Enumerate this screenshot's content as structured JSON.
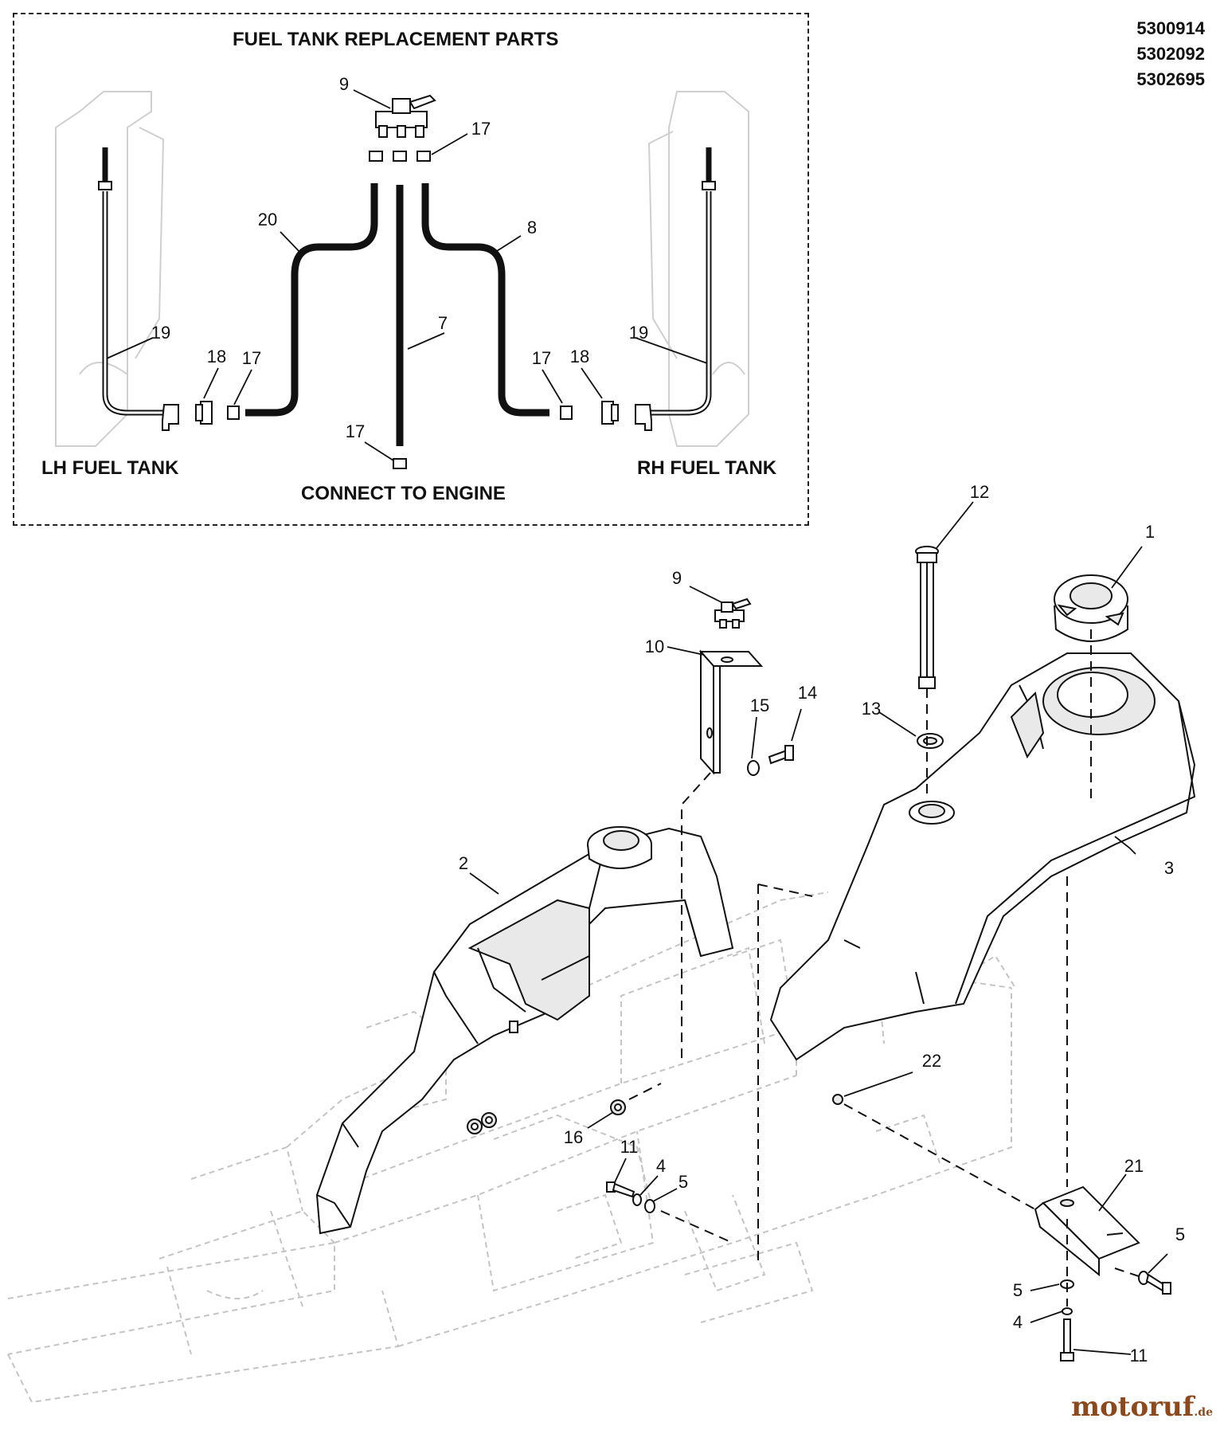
{
  "inset": {
    "title": "FUEL TANK REPLACEMENT PARTS",
    "lh_label": "LH FUEL TANK",
    "rh_label": "RH FUEL TANK",
    "engine_label": "CONNECT TO ENGINE"
  },
  "part_numbers": [
    "5300914",
    "5302092",
    "5302695"
  ],
  "callouts": {
    "c9a": "9",
    "c17a": "17",
    "c20": "20",
    "c8": "8",
    "c7": "7",
    "c19l": "19",
    "c18l": "18",
    "c17l": "17",
    "c17r": "17",
    "c18r": "18",
    "c19r": "19",
    "c17e": "17",
    "c12": "12",
    "c1": "1",
    "c9b": "9",
    "c10": "10",
    "c15": "15",
    "c14": "14",
    "c13": "13",
    "c2": "2",
    "c3": "3",
    "c22": "22",
    "c16": "16",
    "c11a": "11",
    "c4a": "4",
    "c5a": "5",
    "c21": "21",
    "c5b": "5",
    "c5c": "5",
    "c4b": "4",
    "c11b": "11"
  },
  "watermark": {
    "brand": "motoruf",
    "tld": ".de"
  },
  "colors": {
    "line": "#111111",
    "ghost": "#bdbdbd",
    "fill": "#ffffff",
    "shade": "#e8e8e8"
  }
}
